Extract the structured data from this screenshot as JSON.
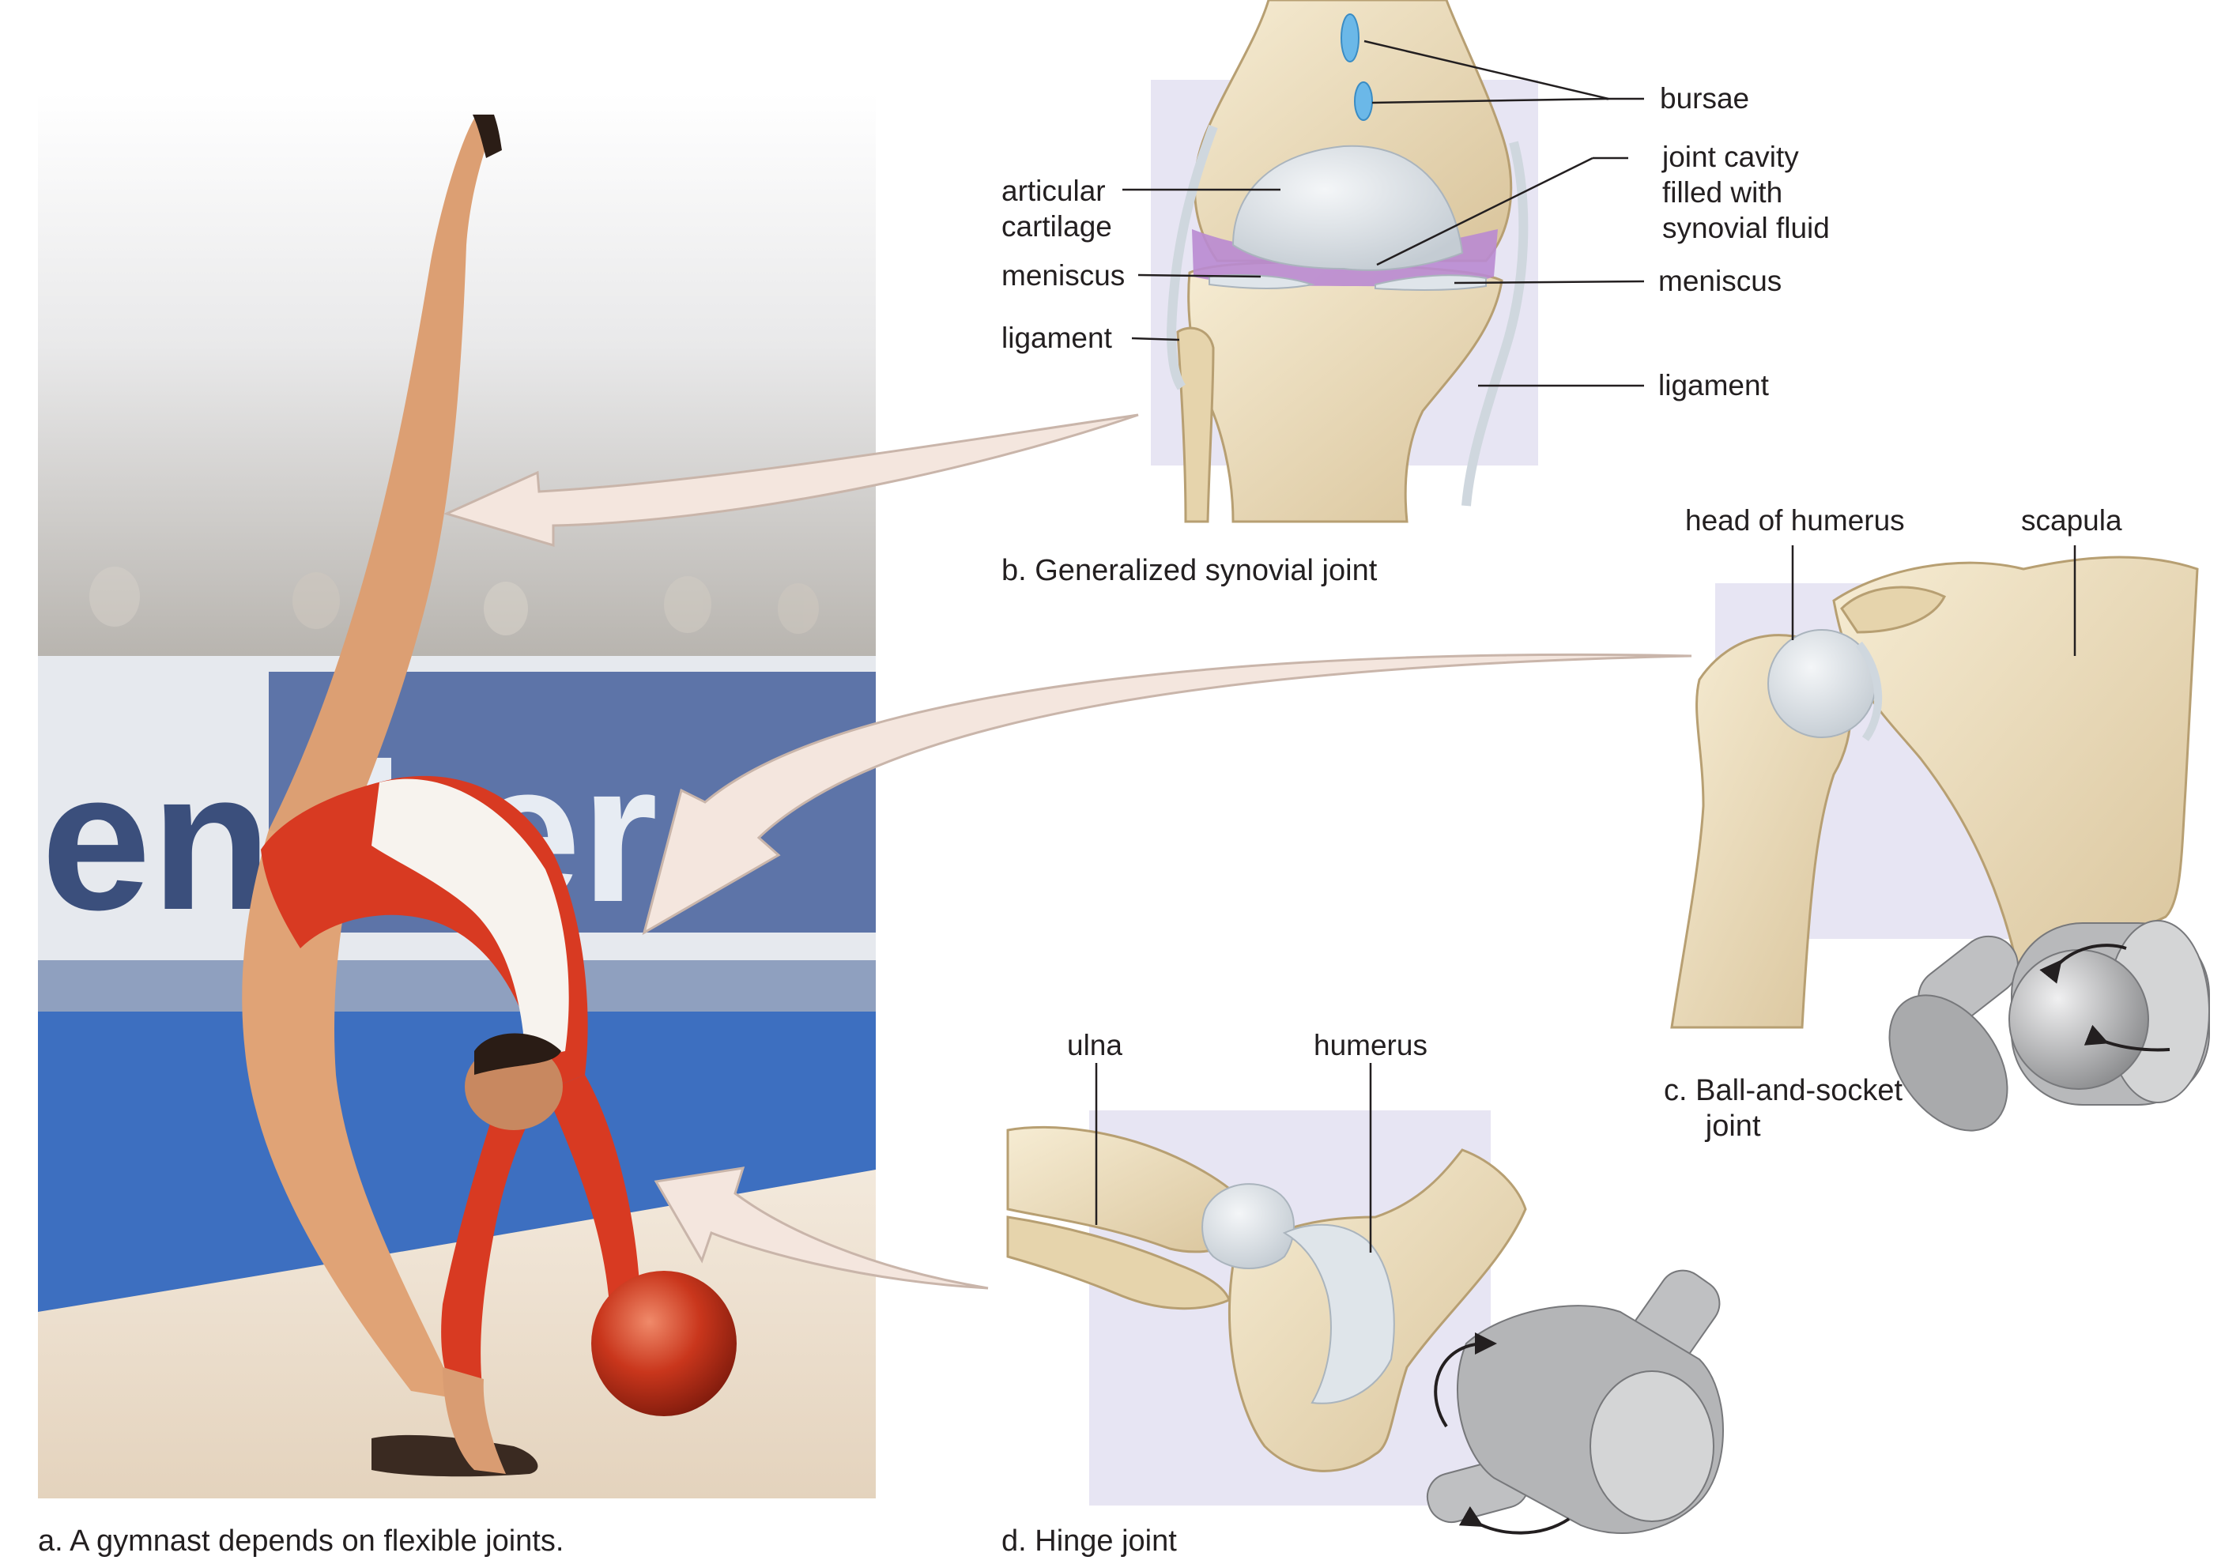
{
  "panels": {
    "a": {
      "caption": "a. A gymnast depends on flexible joints.",
      "banner_text": "en",
      "banner_text2": "ther"
    },
    "b": {
      "caption": "b. Generalized synovial joint",
      "labels": {
        "bursae": "bursae",
        "articular_cartilage": "articular\ncartilage",
        "joint_cavity": "joint cavity\nfilled with\nsynovial fluid",
        "meniscus_left": "meniscus",
        "meniscus_right": "meniscus",
        "ligament_left": "ligament",
        "ligament_right": "ligament"
      }
    },
    "c": {
      "caption": "c. Ball-and-socket\n     joint",
      "labels": {
        "head_of_humerus": "head of humerus",
        "scapula": "scapula"
      }
    },
    "d": {
      "caption": "d. Hinge joint",
      "labels": {
        "ulna": "ulna",
        "humerus": "humerus"
      }
    }
  },
  "colors": {
    "bone": "#eedfbf",
    "bone_shade": "#cdb98f",
    "cartilage": "#dde3e8",
    "synovial": "#b98ad1",
    "bursa": "#6bb8e8",
    "lavender_panel": "#e7e5f3",
    "arrow_fill": "#f4e6de",
    "arrow_stroke": "#c9b5aa",
    "leotard": "#d83a22",
    "skin": "#e2a77a",
    "model_gray": "#a9aaac"
  }
}
